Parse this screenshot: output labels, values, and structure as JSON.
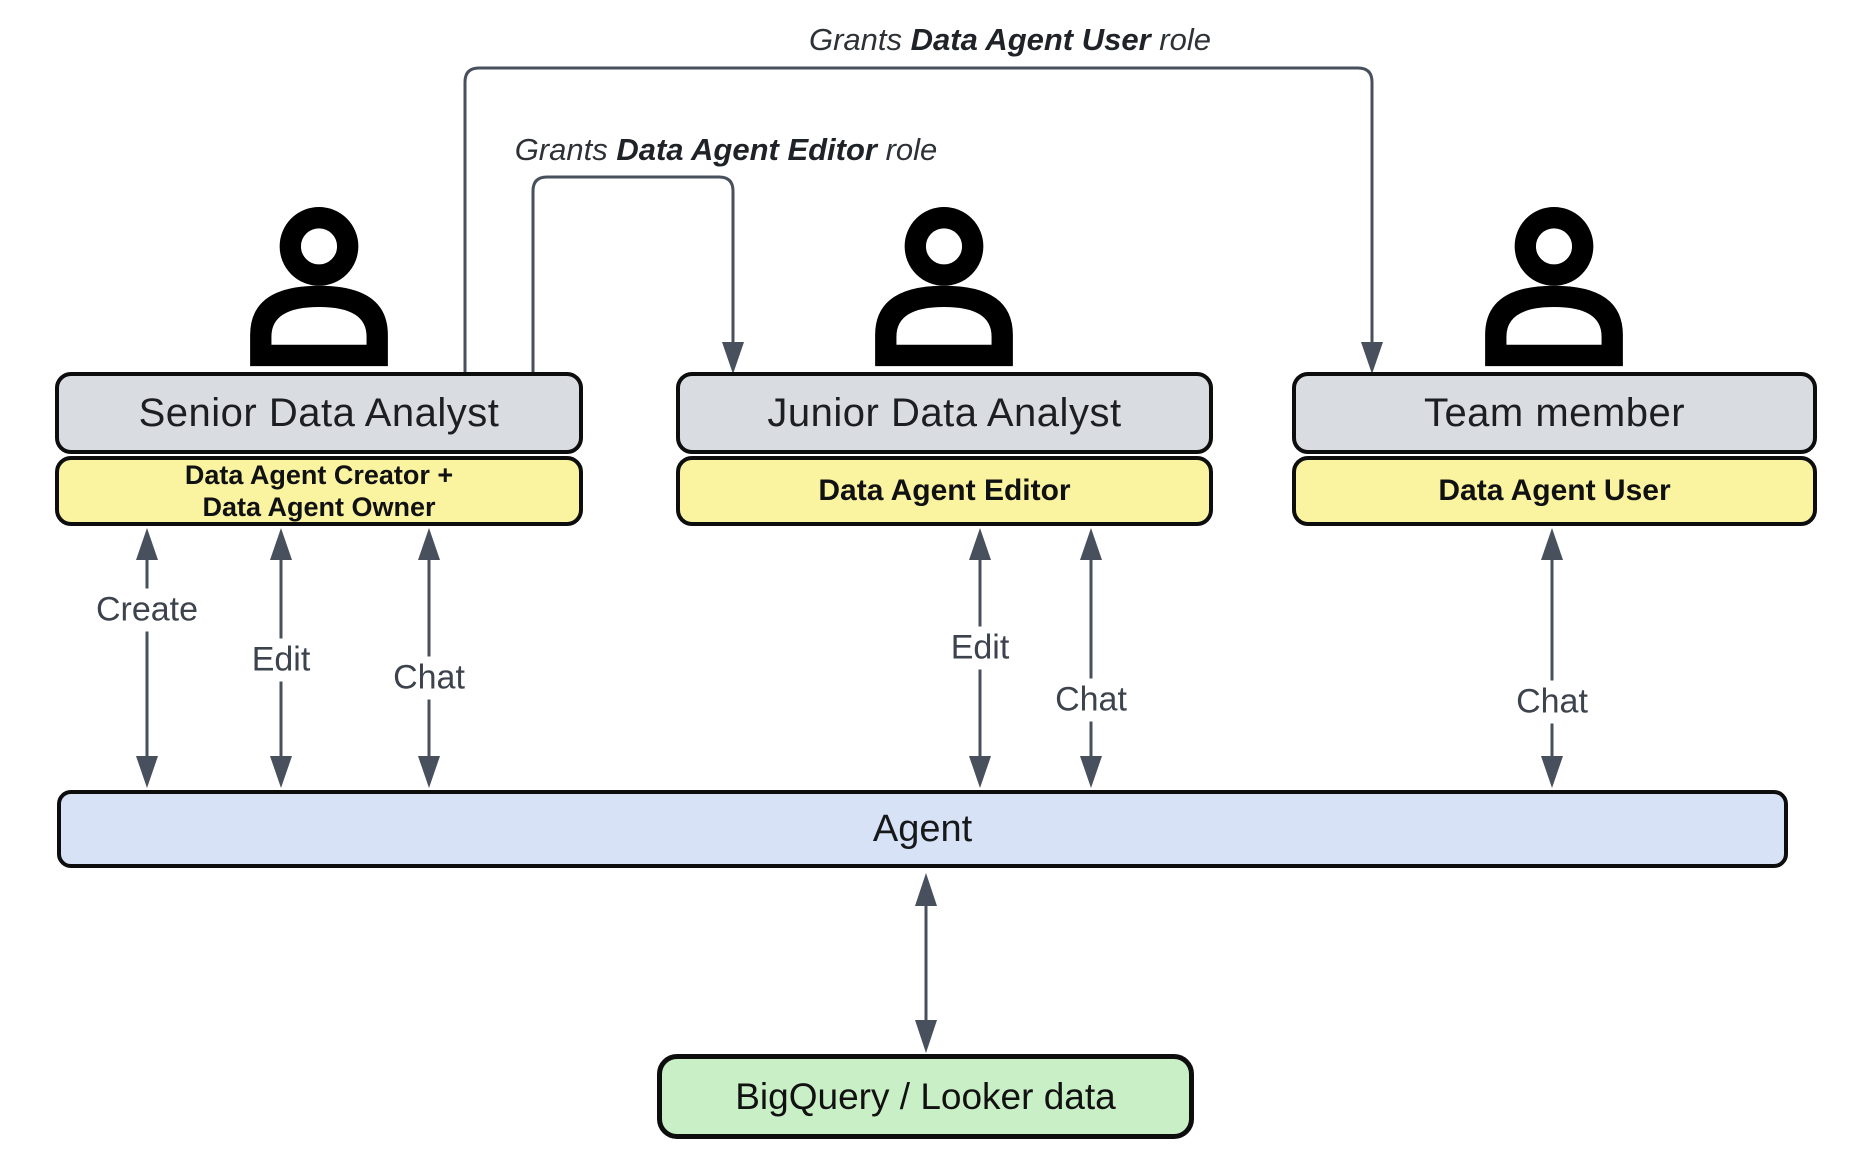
{
  "diagram": {
    "grant_user_label": {
      "prefix": "Grants ",
      "bold": "Data Agent User",
      "suffix": " role"
    },
    "grant_editor_label": {
      "prefix": "Grants ",
      "bold": "Data Agent Editor",
      "suffix": " role"
    },
    "actors": [
      {
        "title": "Senior Data Analyst",
        "role_lines": [
          "Data Agent Creator +",
          "Data Agent Owner"
        ],
        "actions": [
          "Create",
          "Edit",
          "Chat"
        ]
      },
      {
        "title": "Junior Data Analyst",
        "role_lines": [
          "Data Agent Editor"
        ],
        "actions": [
          "Edit",
          "Chat"
        ]
      },
      {
        "title": "Team member",
        "role_lines": [
          "Data Agent User"
        ],
        "actions": [
          "Chat"
        ]
      }
    ],
    "actions": {
      "create": "Create",
      "edit": "Edit",
      "chat": "Chat"
    },
    "agent_label": "Agent",
    "datasource_label": "BigQuery / Looker data",
    "icons": {
      "actor": "person-icon"
    }
  },
  "colors": {
    "actor_box": "#d9dce1",
    "role_box": "#faf3a0",
    "agent_bar": "#d7e2f7",
    "datasource_box": "#c9efc6",
    "connector": "#47505c"
  }
}
